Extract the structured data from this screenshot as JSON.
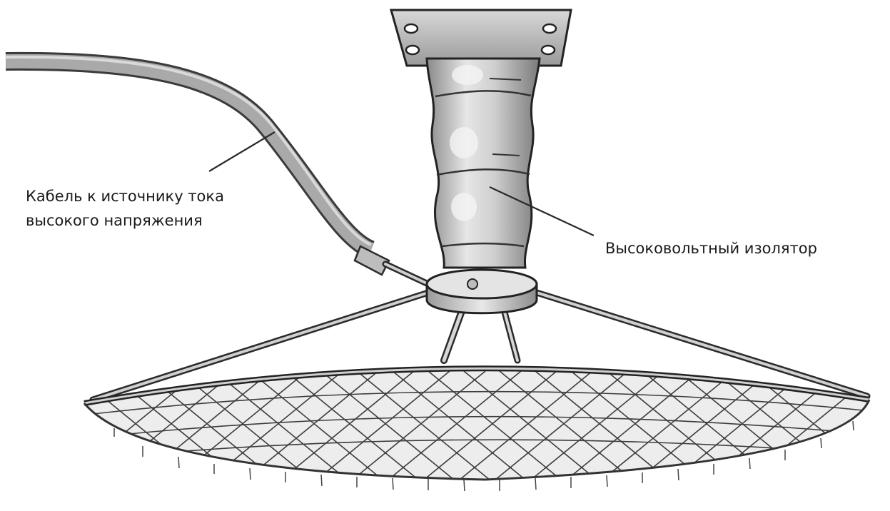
{
  "labels": {
    "cable_line1": "Кабель к источнику тока",
    "cable_line2": "высокого напряжения",
    "insulator": "Высоковольтный изолятор"
  }
}
